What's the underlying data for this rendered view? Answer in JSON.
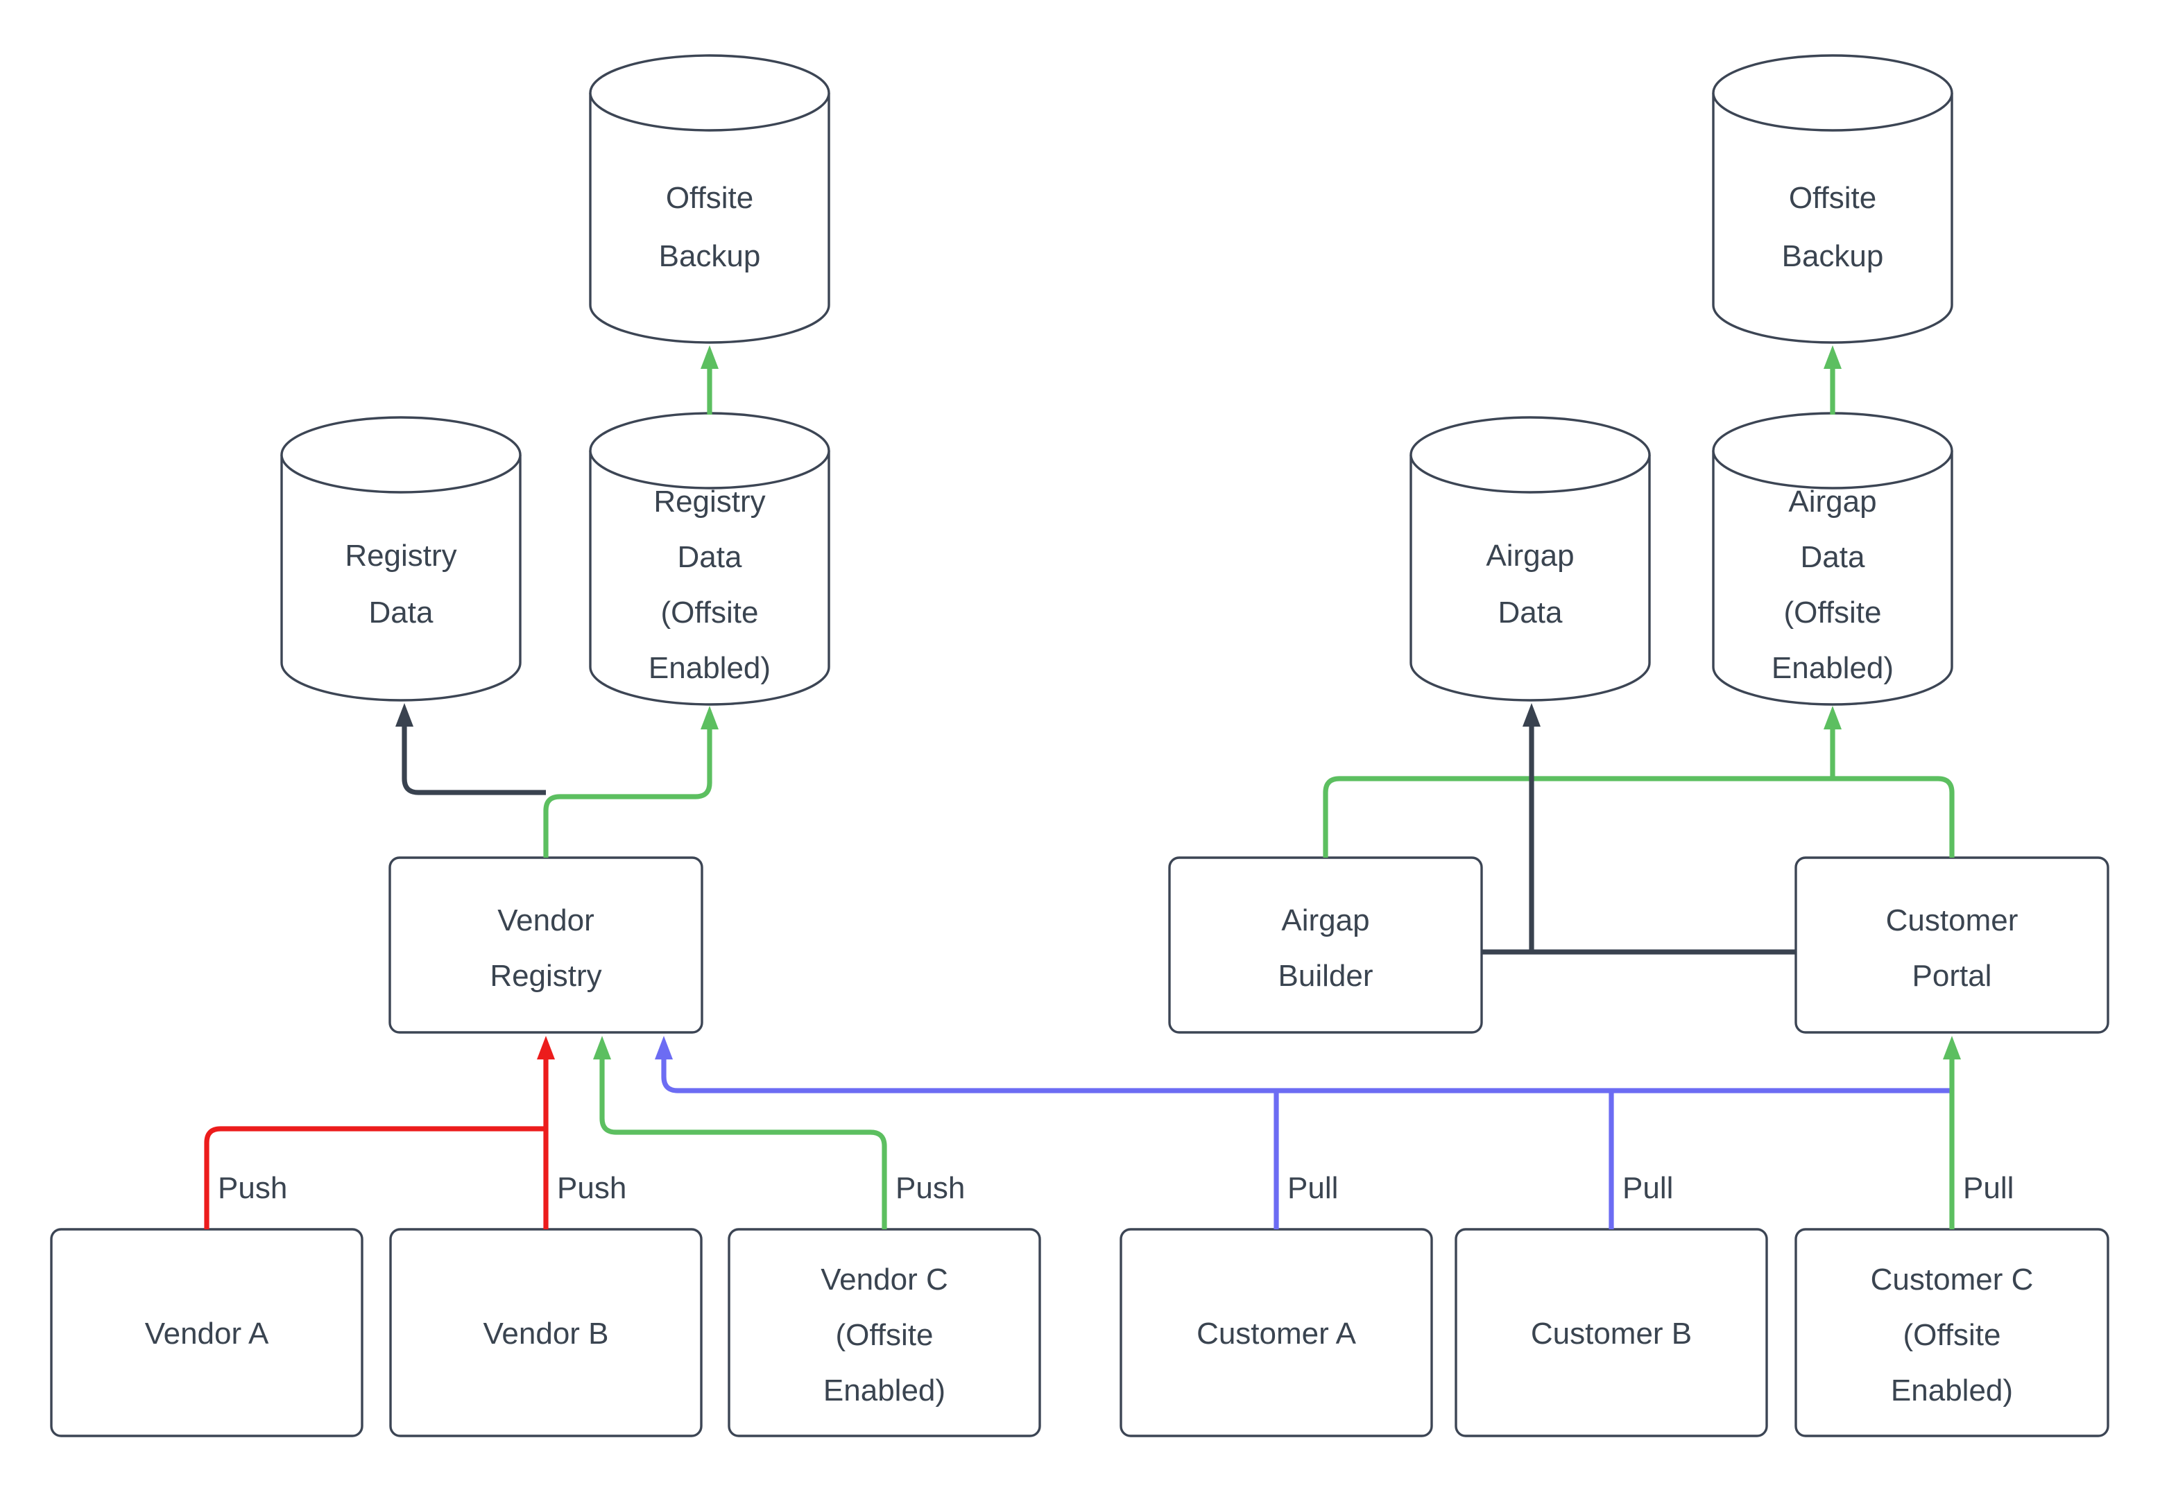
{
  "colors": {
    "outline": "#3C4554",
    "text": "#3A4450",
    "dark": "#39424F",
    "red": "#EC1C1C",
    "green": "#5CBF60",
    "blue": "#6C6CF3",
    "background": "#FFFFFF"
  },
  "nodes": {
    "offsite_backup_left": {
      "type": "cylinder",
      "lines": [
        "Offsite",
        "Backup"
      ]
    },
    "registry_data": {
      "type": "cylinder",
      "lines": [
        "Registry",
        "Data"
      ]
    },
    "registry_data_offsite": {
      "type": "cylinder",
      "lines": [
        "Registry",
        "Data",
        "(Offsite",
        "Enabled)"
      ]
    },
    "vendor_registry": {
      "type": "box",
      "lines": [
        "Vendor",
        "Registry"
      ]
    },
    "vendor_a": {
      "type": "box",
      "lines": [
        "Vendor A"
      ]
    },
    "vendor_b": {
      "type": "box",
      "lines": [
        "Vendor B"
      ]
    },
    "vendor_c": {
      "type": "box",
      "lines": [
        "Vendor C",
        "(Offsite",
        "Enabled)"
      ]
    },
    "airgap_data": {
      "type": "cylinder",
      "lines": [
        "Airgap",
        "Data"
      ]
    },
    "airgap_data_offsite": {
      "type": "cylinder",
      "lines": [
        "Airgap",
        "Data",
        "(Offsite",
        "Enabled)"
      ]
    },
    "offsite_backup_right": {
      "type": "cylinder",
      "lines": [
        "Offsite",
        "Backup"
      ]
    },
    "airgap_builder": {
      "type": "box",
      "lines": [
        "Airgap",
        "Builder"
      ]
    },
    "customer_portal": {
      "type": "box",
      "lines": [
        "Customer",
        "Portal"
      ]
    },
    "customer_a": {
      "type": "box",
      "lines": [
        "Customer A"
      ]
    },
    "customer_b": {
      "type": "box",
      "lines": [
        "Customer B"
      ]
    },
    "customer_c": {
      "type": "box",
      "lines": [
        "Customer C",
        "(Offsite",
        "Enabled)"
      ]
    }
  },
  "edge_labels": {
    "push_vendor_a": "Push",
    "push_vendor_b": "Push",
    "push_vendor_c": "Push",
    "pull_customer_a": "Pull",
    "pull_customer_b": "Pull",
    "pull_customer_c": "Pull"
  }
}
